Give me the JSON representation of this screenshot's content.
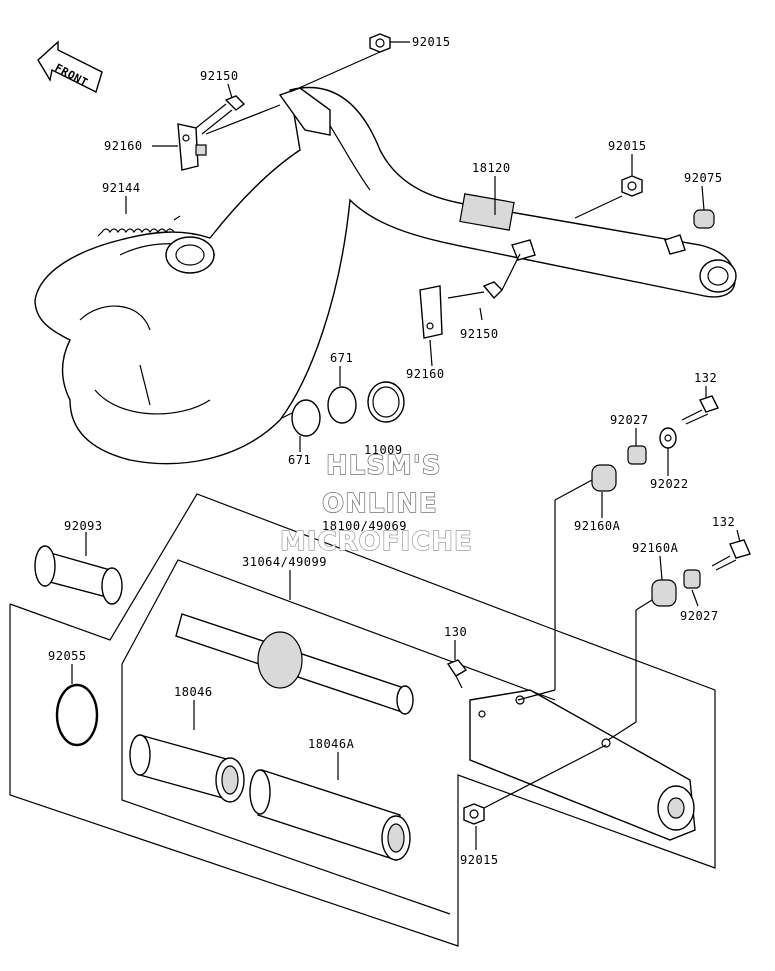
{
  "direction_label": "FRONT",
  "watermark": {
    "line1": "HLSM'S",
    "line2": "ONLINE",
    "line3": "MICROFICHE"
  },
  "parts": [
    {
      "id": "p92015a",
      "label": "92015"
    },
    {
      "id": "p92150a",
      "label": "92150"
    },
    {
      "id": "p92160a",
      "label": "92160"
    },
    {
      "id": "p92144",
      "label": "92144"
    },
    {
      "id": "p18120",
      "label": "18120"
    },
    {
      "id": "p92015b",
      "label": "92015"
    },
    {
      "id": "p92075",
      "label": "92075"
    },
    {
      "id": "p92150b",
      "label": "92150"
    },
    {
      "id": "p92160b",
      "label": "92160"
    },
    {
      "id": "p671a",
      "label": "671"
    },
    {
      "id": "p671b",
      "label": "671"
    },
    {
      "id": "p11009",
      "label": "11009"
    },
    {
      "id": "p132a",
      "label": "132"
    },
    {
      "id": "p92027a",
      "label": "92027"
    },
    {
      "id": "p92022",
      "label": "92022"
    },
    {
      "id": "p92160A1",
      "label": "92160A"
    },
    {
      "id": "p18100",
      "label": "18100/49069"
    },
    {
      "id": "p92093",
      "label": "92093"
    },
    {
      "id": "p31064",
      "label": "31064/49099"
    },
    {
      "id": "p132b",
      "label": "132"
    },
    {
      "id": "p92160A2",
      "label": "92160A"
    },
    {
      "id": "p92027b",
      "label": "92027"
    },
    {
      "id": "p92055",
      "label": "92055"
    },
    {
      "id": "p130",
      "label": "130"
    },
    {
      "id": "p18046",
      "label": "18046"
    },
    {
      "id": "p18046A",
      "label": "18046A"
    },
    {
      "id": "p92015c",
      "label": "92015"
    }
  ]
}
